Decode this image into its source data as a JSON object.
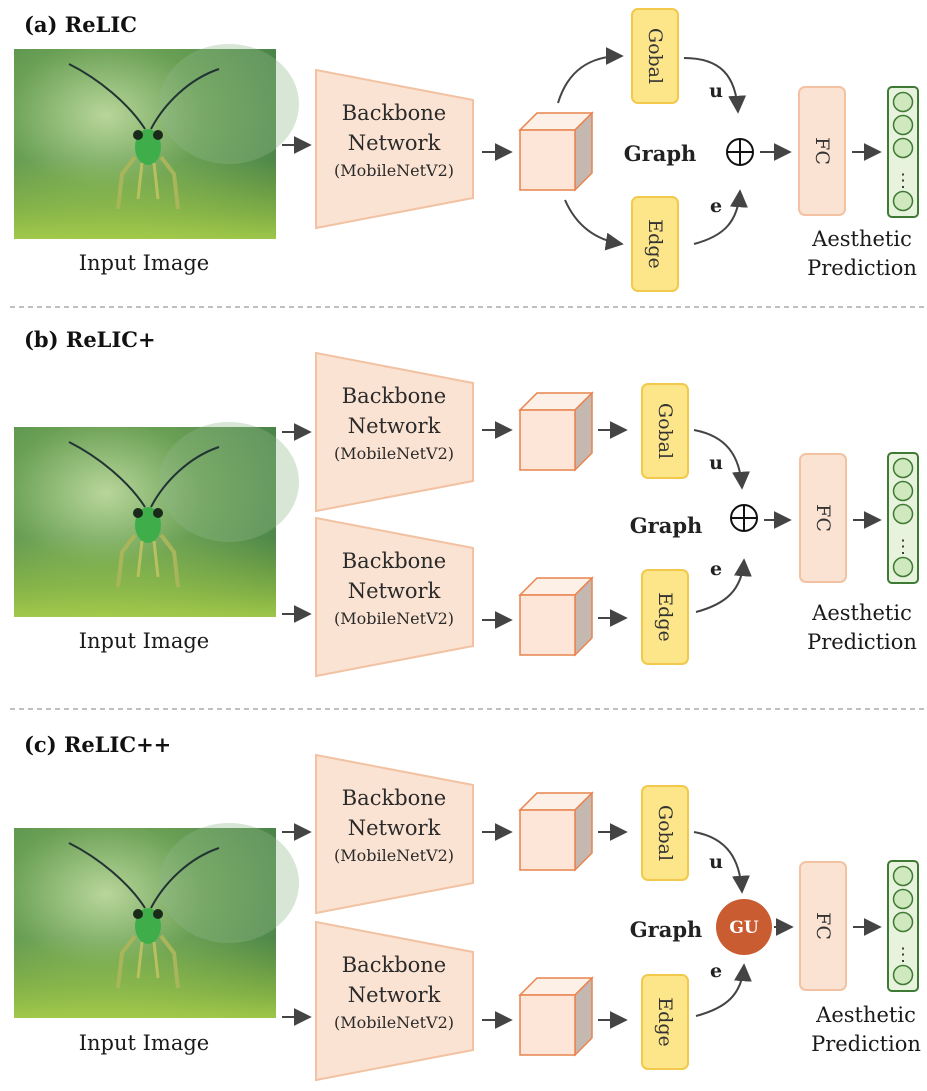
{
  "panels": [
    {
      "id": "a",
      "title": "(a)  ReLIC",
      "input_label": "Input Image",
      "backbone": {
        "line1": "Backbone",
        "line2": "Network",
        "line3": "(MobileNetV2)"
      },
      "global_label": "Gobal",
      "edge_label": "Edge",
      "u": "u",
      "e": "e",
      "graph": "Graph",
      "fc": "FC",
      "pred1": "Aesthetic",
      "pred2": "Prediction"
    },
    {
      "id": "b",
      "title": "(b)  ReLIC+",
      "input_label": "Input Image",
      "backbone": {
        "line1": "Backbone",
        "line2": "Network",
        "line3": "(MobileNetV2)"
      },
      "global_label": "Gobal",
      "edge_label": "Edge",
      "u": "u",
      "e": "e",
      "graph": "Graph",
      "fc": "FC",
      "pred1": "Aesthetic",
      "pred2": "Prediction"
    },
    {
      "id": "c",
      "title": "(c)  ReLIC++",
      "input_label": "Input Image",
      "backbone": {
        "line1": "Backbone",
        "line2": "Network",
        "line3": "(MobileNetV2)"
      },
      "global_label": "Gobal",
      "edge_label": "Edge",
      "u": "u",
      "e": "e",
      "graph": "Graph",
      "gu": "GU",
      "fc": "FC",
      "pred1": "Aesthetic",
      "pred2": "Prediction"
    }
  ],
  "output_dots": "⋮",
  "colors": {
    "backbone_fill": "#fbe3d3",
    "backbone_stroke": "#f2c2a2",
    "cube_front": "#fde6d8",
    "cube_top": "#fdf0e6",
    "cube_side": "#c4b8b0",
    "cube_stroke": "#e8844f",
    "yellow_fill": "#fde68a",
    "yellow_stroke": "#f2c94c",
    "fc_fill": "#fbe3d3",
    "fc_stroke": "#f2c2a2",
    "node_fill": "#cfe8bd",
    "node_stroke": "#3f7a35",
    "node_bg": "#e8f3dd",
    "gu_fill": "#c95c30",
    "arrow": "#444444",
    "divider": "#9a9a9a"
  }
}
